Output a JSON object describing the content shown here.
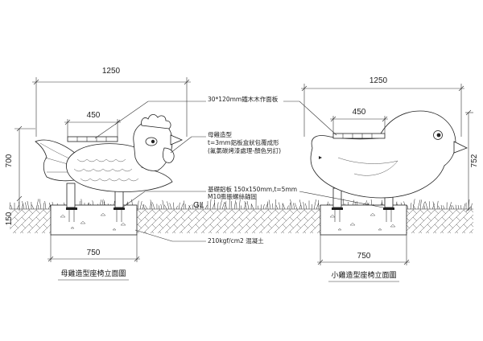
{
  "left_elevation": {
    "caption": "母雞造型座椅立面圖",
    "dims": {
      "overall_width": "1250",
      "seat_width": "450",
      "height": "700",
      "base_height": "150",
      "base_width": "750"
    }
  },
  "right_elevation": {
    "caption": "小雞造型座椅立面圖",
    "dims": {
      "overall_width": "1250",
      "seat_width": "450",
      "height": "752",
      "base_width": "750"
    }
  },
  "annotations": {
    "seat_board": "30*120mm鐵木木作面板",
    "shell_line1": "母雞造型",
    "shell_line2": "t=3mm鋁板盒狀包覆成形",
    "shell_line3": "(氟氯碳烤漆處理-顏色另訂)",
    "plate_line1": "基礎鋁板 150x150mm,t=5mm",
    "plate_line2": "M10膨脹螺絲錨固",
    "ground_level": "GL",
    "concrete": "210kgf/cm2 混凝土"
  },
  "colors": {
    "line": "#333333",
    "text": "#222222",
    "background": "#ffffff"
  }
}
